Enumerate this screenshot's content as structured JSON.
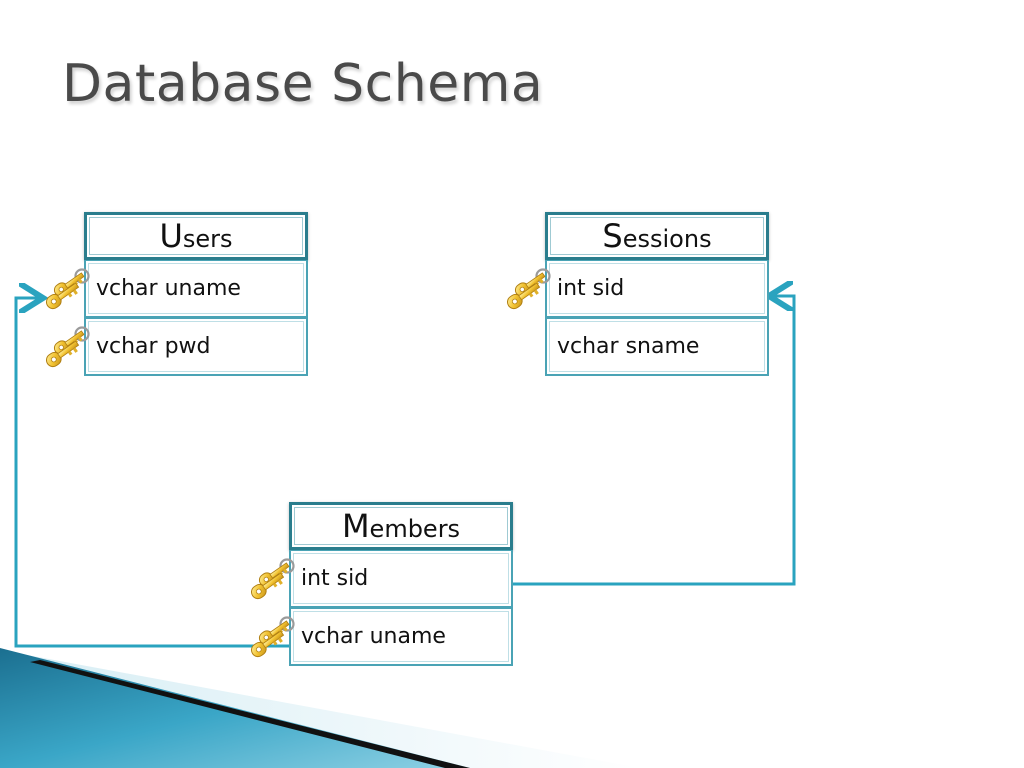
{
  "slide": {
    "title": "Database Schema"
  },
  "tables": {
    "users": {
      "name_cap": "U",
      "name_rest": "sers",
      "fields": [
        "vchar uname",
        "vchar pwd"
      ]
    },
    "sessions": {
      "name_cap": "S",
      "name_rest": "essions",
      "fields": [
        "int sid",
        "vchar sname"
      ]
    },
    "members": {
      "name_cap": "M",
      "name_rest": "embers",
      "fields": [
        "int sid",
        "vchar uname"
      ]
    }
  },
  "colors": {
    "connector": "#2aa3bf",
    "table_border": "#2a7d8d",
    "key_gold": "#f2c230",
    "band_blue": "#1b86a6"
  },
  "icons": {
    "key": "key-icon"
  }
}
